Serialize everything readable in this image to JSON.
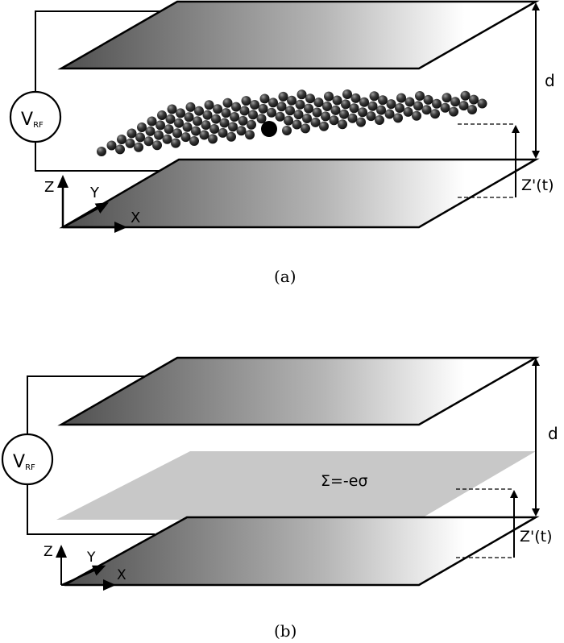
{
  "panel_a": {
    "voltage_label": "V",
    "voltage_subscript": "RF",
    "gap_label": "d",
    "height_label": "Z'(t)",
    "axis_z": "Z",
    "axis_y": "Y",
    "axis_x": "X",
    "caption": "(a)"
  },
  "panel_b": {
    "voltage_label": "V",
    "voltage_subscript": "RF",
    "gap_label": "d",
    "height_label": "Z'(t)",
    "axis_z": "Z",
    "axis_y": "Y",
    "axis_x": "X",
    "sheet_label": "Σ=-eσ",
    "caption": "(b)"
  },
  "colors": {
    "plate_dark": "#555555",
    "plate_light": "#ffffff",
    "sheet": "#c8c8c8",
    "ion": "#2a2a2a",
    "line": "#000000"
  }
}
